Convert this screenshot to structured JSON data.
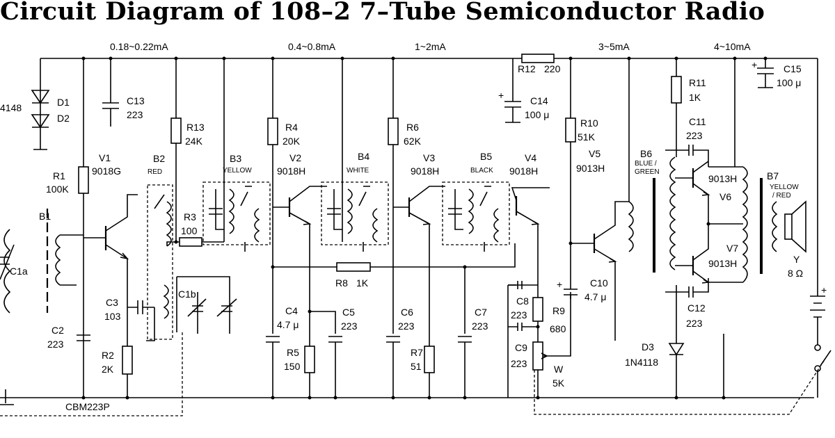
{
  "title": "Circuit Diagram of 108–2 7–Tube Semiconductor Radio",
  "currents": [
    "0.18~0.22mA",
    "0.4~0.8mA",
    "1~2mA",
    "3~5mA",
    "4~10mA"
  ],
  "diodes": {
    "d1": "D1",
    "d2": "D2",
    "d_part": "4148",
    "d3": "D3",
    "d3_part": "1N4118"
  },
  "resistors": {
    "r1": {
      "name": "R1",
      "value": "100K"
    },
    "r2": {
      "name": "R2",
      "value": "2K"
    },
    "r3": {
      "name": "R3",
      "value": "100"
    },
    "r4": {
      "name": "R4",
      "value": "20K"
    },
    "r5": {
      "name": "R5",
      "value": "150"
    },
    "r6": {
      "name": "R6",
      "value": "62K"
    },
    "r7": {
      "name": "R7",
      "value": "51"
    },
    "r8": {
      "name": "R8",
      "value": "1K"
    },
    "r9": {
      "name": "R9",
      "value": "680"
    },
    "r10": {
      "name": "R10",
      "value": "51K"
    },
    "r11": {
      "name": "R11",
      "value": "1K"
    },
    "r12": {
      "name": "R12",
      "value": "220"
    },
    "r13": {
      "name": "R13",
      "value": "24K"
    }
  },
  "capacitors": {
    "c1a": "C1a",
    "c1b": "C1b",
    "c2": {
      "name": "C2",
      "value": "223"
    },
    "c3": {
      "name": "C3",
      "value": "103"
    },
    "c4": {
      "name": "C4",
      "value": "4.7 μ"
    },
    "c5": {
      "name": "C5",
      "value": "223"
    },
    "c6": {
      "name": "C6",
      "value": "223"
    },
    "c7": {
      "name": "C7",
      "value": "223"
    },
    "c8": {
      "name": "C8",
      "value": "223"
    },
    "c9": {
      "name": "C9",
      "value": "223"
    },
    "c10": {
      "name": "C10",
      "value": "4.7 μ"
    },
    "c11": {
      "name": "C11",
      "value": "223"
    },
    "c12": {
      "name": "C12",
      "value": "223"
    },
    "c13": {
      "name": "C13",
      "value": "223"
    },
    "c14": {
      "name": "C14",
      "value": "100 μ"
    },
    "c15": {
      "name": "C15",
      "value": "100 μ"
    }
  },
  "transistors": {
    "v1": {
      "name": "V1",
      "part": "9018G"
    },
    "v2": {
      "name": "V2",
      "part": "9018H"
    },
    "v3": {
      "name": "V3",
      "part": "9018H"
    },
    "v4": {
      "name": "V4",
      "part": "9018H"
    },
    "v5": {
      "name": "V5",
      "part": "9013H"
    },
    "v6": {
      "name": "V6",
      "part": "9013H"
    },
    "v7": {
      "name": "V7",
      "part": "9013H"
    }
  },
  "transformers": {
    "b1": "B1",
    "b2": {
      "name": "B2",
      "color": "RED"
    },
    "b3": {
      "name": "B3",
      "color": "YELLOW"
    },
    "b4": {
      "name": "B4",
      "color": "WHITE"
    },
    "b5": {
      "name": "B5",
      "color": "BLACK"
    },
    "b6": {
      "name": "B6",
      "color_line1": "BLUE /",
      "color_line2": "GREEN"
    },
    "b7": {
      "name": "B7",
      "color_line1": "YELLOW",
      "color_line2": "/ RED"
    }
  },
  "speaker": {
    "name": "Y",
    "value": "8 Ω"
  },
  "pot": {
    "name": "W",
    "value": "5K"
  },
  "cap_ref": "CBM223P"
}
